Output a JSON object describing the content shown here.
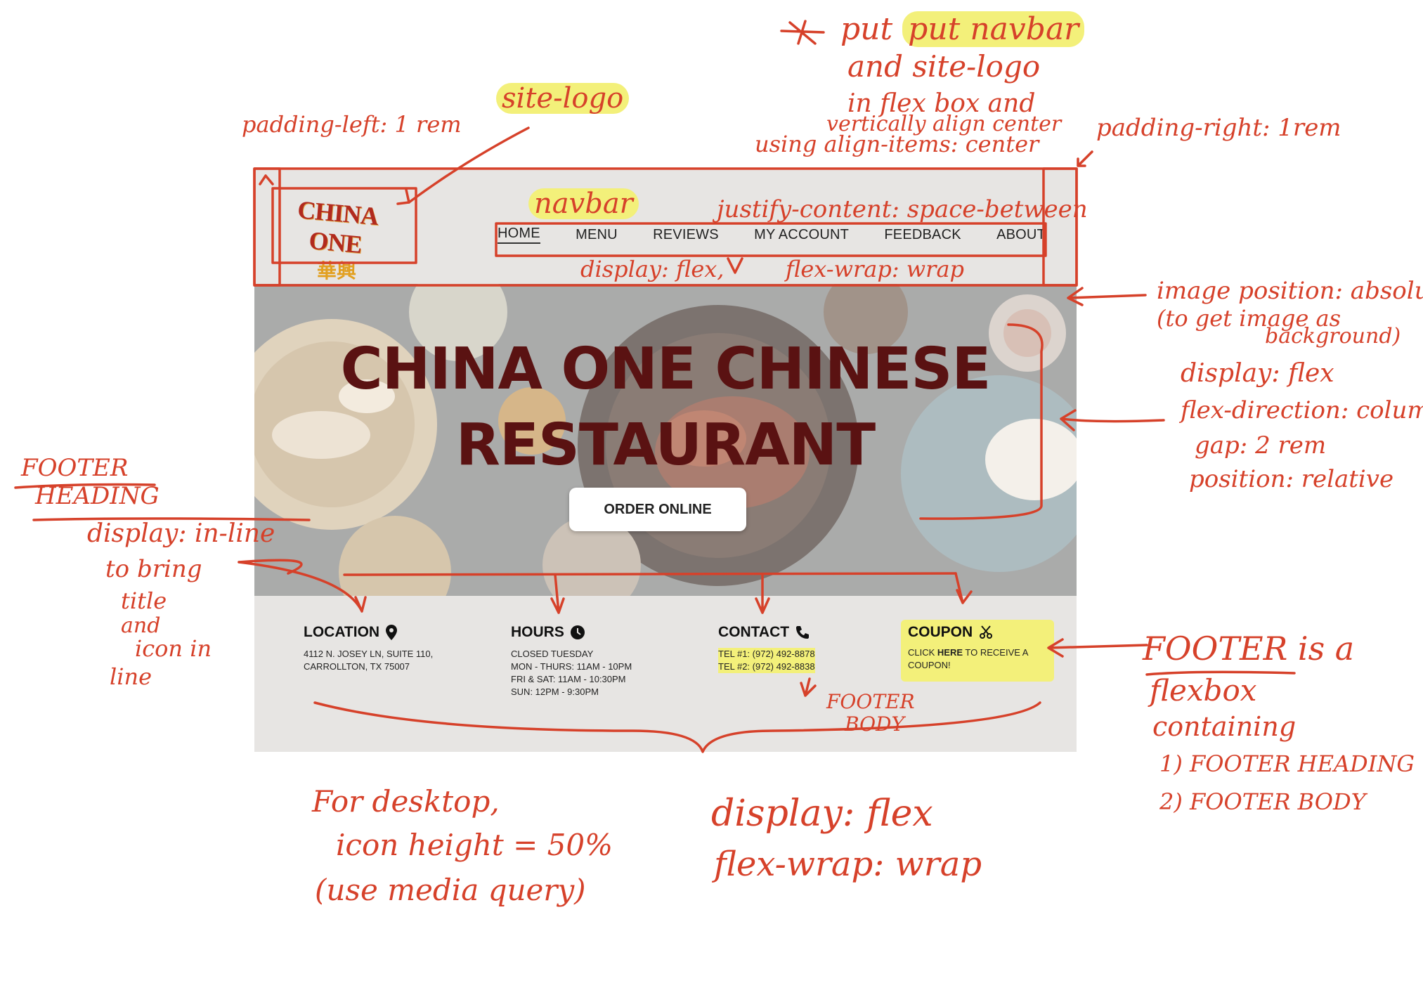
{
  "site": {
    "logo": {
      "english": "CHINA ONE",
      "chinese": "華興"
    },
    "nav": [
      {
        "label": "HOME",
        "active": true
      },
      {
        "label": "MENU"
      },
      {
        "label": "REVIEWS"
      },
      {
        "label": "MY ACCOUNT"
      },
      {
        "label": "FEEDBACK"
      },
      {
        "label": "ABOUT"
      }
    ],
    "hero": {
      "title_line1": "CHINA ONE CHINESE",
      "title_line2": "RESTAURANT",
      "button": "ORDER ONLINE"
    },
    "footer": {
      "location": {
        "heading": "LOCATION",
        "lines": [
          "4112 N. JOSEY LN, SUITE 110,",
          "CARROLLTON, TX 75007"
        ]
      },
      "hours": {
        "heading": "HOURS",
        "lines": [
          "CLOSED TUESDAY",
          "MON - THURS: 11AM - 10PM",
          "FRI & SAT: 11AM - 10:30PM",
          "SUN: 12PM - 9:30PM"
        ]
      },
      "contact": {
        "heading": "CONTACT",
        "lines": [
          "TEL #1: (972) 492-8878",
          "TEL #2: (972) 492-8838"
        ]
      },
      "coupon": {
        "heading": "COUPON",
        "pre": "CLICK ",
        "link": "HERE",
        "post": " TO RECEIVE A",
        "line2": "COUPON!"
      }
    }
  },
  "annotations": {
    "put_navbar": "put navbar",
    "and_site_logo": "and site-logo",
    "in_flex_box": "in flex box and",
    "vertically": "vertically align center",
    "using_align": "using align-items: center",
    "site_logo_label": "site-logo",
    "padding_left": "padding-left: 1 rem",
    "padding_right": "padding-right: 1rem",
    "navbar_label": "navbar",
    "justify": "justify-content: space-between",
    "display_flex_nav": "display: flex,",
    "flex_wrap_nav": "flex-wrap: wrap",
    "image_pos": "image position: absolute",
    "to_get_image": "(to get image as",
    "background": "background)",
    "disp_flex": "display: flex",
    "flex_dir": "flex-direction: column",
    "gap": "gap: 2 rem",
    "pos_rel": "position: relative",
    "footer_heading_1": "FOOTER",
    "footer_heading_2": "HEADING",
    "display_inline": "display: in-line",
    "to_bring": "to bring",
    "title": "title",
    "and": "and",
    "icon_in": "icon in",
    "line": "line",
    "footer_body_1": "FOOTER",
    "footer_body_2": "BODY",
    "footer_is": "FOOTER is a",
    "flexbox": "flexbox",
    "containing": "containing",
    "item1": "1) FOOTER HEADING",
    "item2": "2) FOOTER BODY",
    "for_desktop": "For desktop,",
    "icon_height": "icon height = 50%",
    "media_query": "(use media query)",
    "disp_flex_bottom": "display: flex",
    "flex_wrap_bottom": "flex-wrap: wrap"
  },
  "colors": {
    "ink": "#d6412a",
    "highlight": "#f3f07a",
    "title": "#5a1212"
  }
}
